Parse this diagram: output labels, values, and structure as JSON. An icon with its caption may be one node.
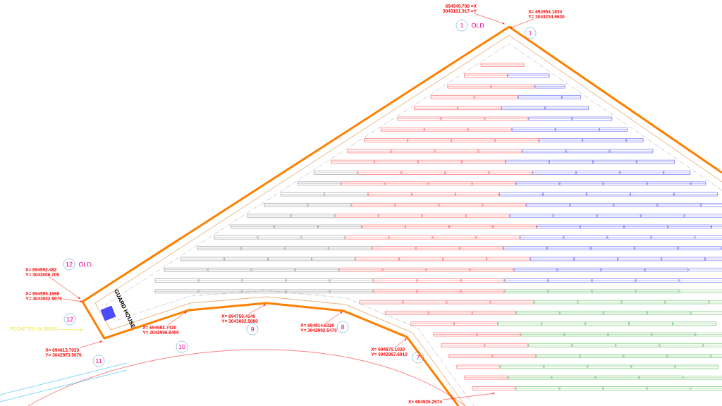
{
  "diagram": {
    "nodes": [
      {
        "text": [
          "694949.700 =X",
          "3043101.917 =Y"
        ]
      },
      {
        "text": [
          "1"
        ],
        "beside": [
          "OLD"
        ]
      },
      {
        "text": [
          "X= 694954.1834",
          "Y= 3043234.8630"
        ]
      },
      {
        "text": [
          "1"
        ]
      },
      {
        "text": [
          "12"
        ],
        "beside": [
          "OLD"
        ]
      },
      {
        "text": [
          "X= 694592.482",
          "Y= 3043006.705"
        ]
      },
      {
        "text": [
          "X= 694595.1988",
          "Y= 3043002.5075"
        ]
      },
      {
        "text": [
          "12"
        ]
      },
      {
        "text": [
          "GUARD HOUSE"
        ]
      },
      {
        "text": [
          "POCKETED (SLIDING)"
        ]
      },
      {
        "text": [
          "X= 694613.7020",
          "Y= 3042973.9070"
        ]
      },
      {
        "text": [
          "11"
        ]
      },
      {
        "text": [
          "X= 694682.7420",
          "Y= 3042996.8400"
        ]
      },
      {
        "text": [
          "10"
        ]
      },
      {
        "text": [
          "X= 694750.4140",
          "Y= 3043002.5080"
        ]
      },
      {
        "text": [
          "9"
        ]
      },
      {
        "text": [
          "X= 694814.6320",
          "Y= 3042992.5470"
        ]
      },
      {
        "text": [
          "8"
        ]
      },
      {
        "text": [
          "X= 694875.1020",
          "Y= 3042967.6910"
        ]
      },
      {
        "text": [
          "7"
        ]
      },
      {
        "text": [
          "X= 694935.2574"
        ]
      }
    ],
    "edges": [
      {
        "from": 0,
        "to": null,
        "arrow": "to"
      },
      {
        "from": 2,
        "to": null,
        "arrow": "to"
      },
      {
        "from": 5,
        "to": null,
        "arrow": "to"
      },
      {
        "from": 6,
        "to": null,
        "arrow": "to"
      },
      {
        "from": 9,
        "to": null,
        "arrow": "to",
        "color": "#f0e000"
      },
      {
        "from": 10,
        "to": null,
        "arrow": "to"
      },
      {
        "from": 12,
        "to": null,
        "arrow": "to"
      },
      {
        "from": 14,
        "to": null,
        "arrow": "to"
      },
      {
        "from": 16,
        "to": null,
        "arrow": "to"
      },
      {
        "from": 18,
        "to": null,
        "arrow": "to"
      },
      {
        "from": 20,
        "to": null,
        "arrow": "to"
      }
    ]
  }
}
